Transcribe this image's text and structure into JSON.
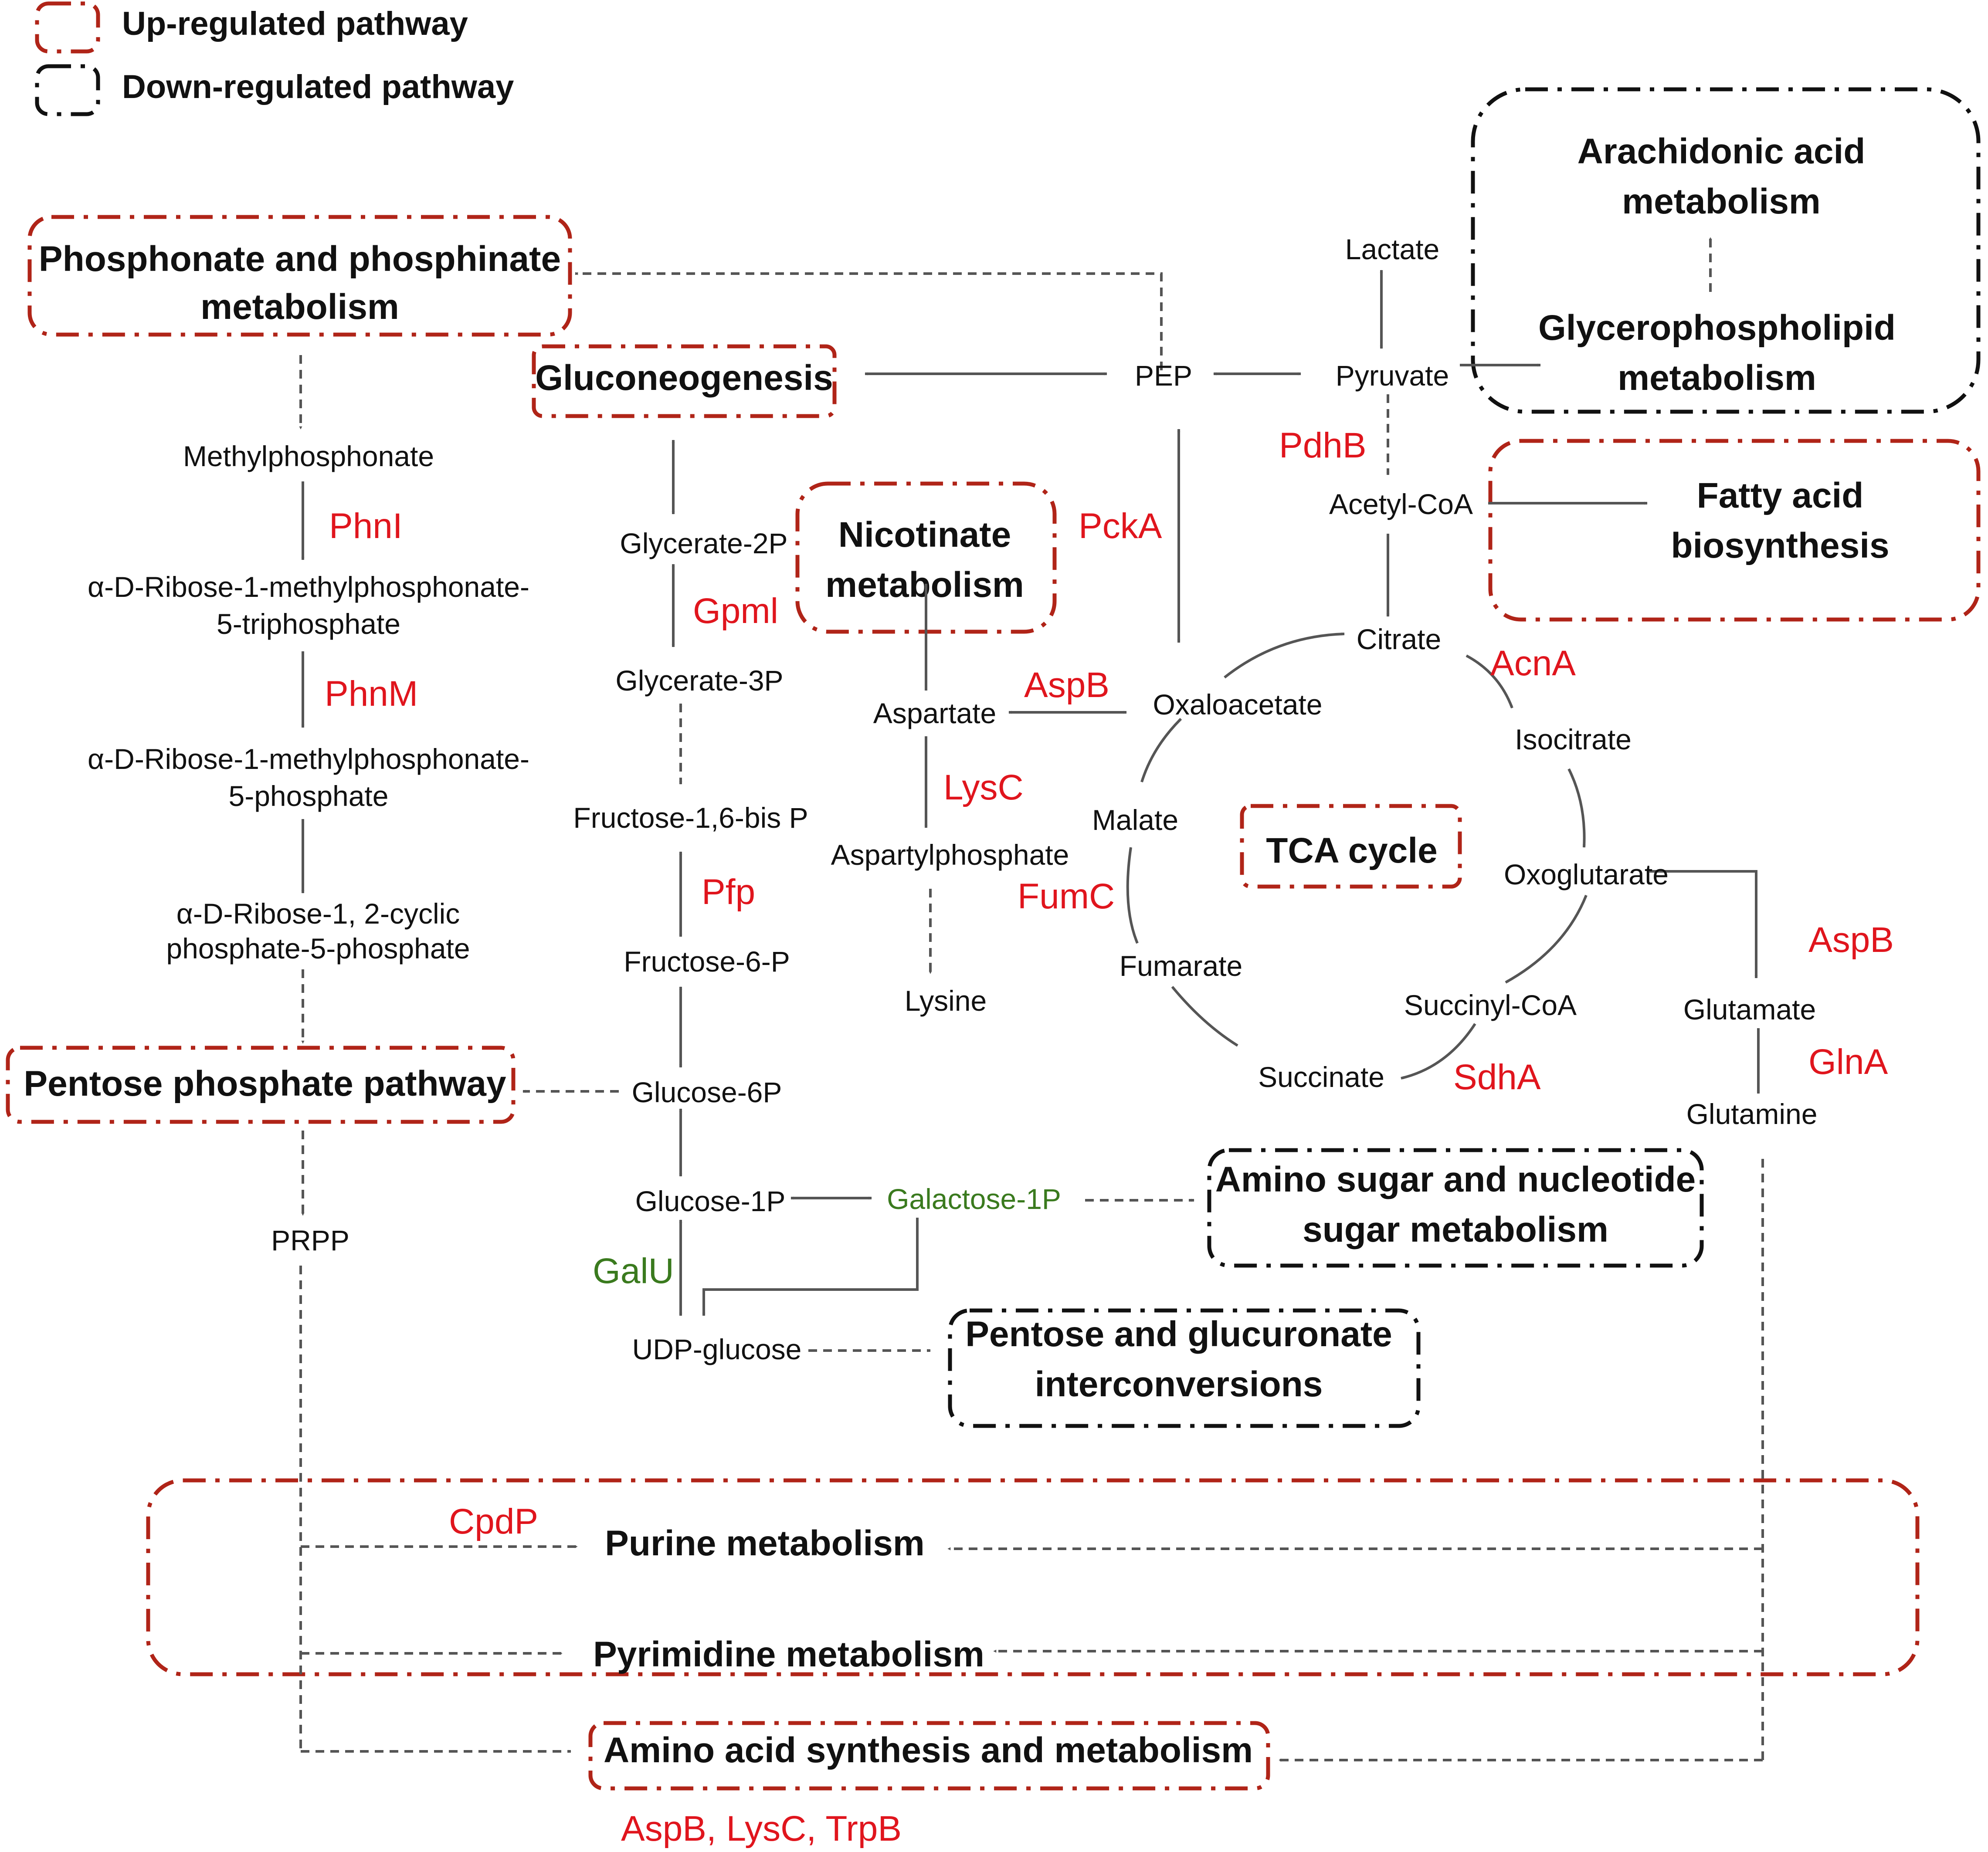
{
  "colors": {
    "up": "#b02418",
    "down": "#111111",
    "enzyme": "#e0151d",
    "green": "#3a7a1e",
    "arrow": "#555555"
  },
  "legend": {
    "up_label": "Up-regulated pathway",
    "down_label": "Down-regulated pathway"
  },
  "pathways": {
    "phosphonate_l1": "Phosphonate and phosphinate",
    "phosphonate_l2": "metabolism",
    "gluconeogenesis": "Gluconeogenesis",
    "nicotinate_l1": "Nicotinate",
    "nicotinate_l2": "metabolism",
    "arachidonic_l1": "Arachidonic acid",
    "arachidonic_l2": "metabolism",
    "glycerophospholipid_l1": "Glycerophospholipid",
    "glycerophospholipid_l2": "metabolism",
    "fatty_acid_l1": "Fatty acid",
    "fatty_acid_l2": "biosynthesis",
    "tca": "TCA cycle",
    "pentose_phosphate": "Pentose phosphate pathway",
    "amino_sugar_l1": "Amino sugar and nucleotide",
    "amino_sugar_l2": "sugar metabolism",
    "pentose_glucuronate_l1": "Pentose and glucuronate",
    "pentose_glucuronate_l2": "interconversions",
    "purine": "Purine metabolism",
    "pyrimidine": "Pyrimidine metabolism",
    "amino_acid": "Amino acid synthesis and metabolism"
  },
  "metabolites": {
    "methylphosphonate": "Methylphosphonate",
    "ribose_triphosphate_l1": "α-D-Ribose-1-methylphosphonate-",
    "ribose_triphosphate_l2": "5-triphosphate",
    "ribose_phosphate_l1": "α-D-Ribose-1-methylphosphonate-",
    "ribose_phosphate_l2": "5-phosphate",
    "ribose_cyclic_l1": "α-D-Ribose-1,  2-cyclic",
    "ribose_cyclic_l2": "phosphate-5-phosphate",
    "prpp": "PRPP",
    "glycerate_2p": "Glycerate-2P",
    "glycerate_3p": "Glycerate-3P",
    "fructose_16bp": "Fructose-1,6-bis P",
    "fructose_6p": "Fructose-6-P",
    "glucose_6p": "Glucose-6P",
    "glucose_1p": "Glucose-1P",
    "galactose_1p": "Galactose-1P",
    "udp_glucose": "UDP-glucose",
    "pep": "PEP",
    "pyruvate": "Pyruvate",
    "lactate": "Lactate",
    "acetyl_coa": "Acetyl-CoA",
    "citrate": "Citrate",
    "isocitrate": "Isocitrate",
    "oxoglutarate": "Oxoglutarate",
    "succinyl_coa": "Succinyl-CoA",
    "succinate": "Succinate",
    "fumarate": "Fumarate",
    "malate": "Malate",
    "oxaloacetate": "Oxaloacetate",
    "aspartate": "Aspartate",
    "aspartylphosphate": "Aspartylphosphate",
    "lysine": "Lysine",
    "glutamate": "Glutamate",
    "glutamine": "Glutamine"
  },
  "enzymes": {
    "phni": "PhnI",
    "phnm": "PhnM",
    "gpml": "Gpml",
    "pfp": "Pfp",
    "galu": "GalU",
    "pcka": "PckA",
    "pdhb": "PdhB",
    "acna": "AcnA",
    "aspb_oaa": "AspB",
    "lysc": "LysC",
    "fumc": "FumC",
    "sdha": "SdhA",
    "aspb_glu": "AspB",
    "glna": "GlnA",
    "cpdp": "CpdP",
    "amino_acid_enzymes": "AspB, LysC, TrpB"
  }
}
